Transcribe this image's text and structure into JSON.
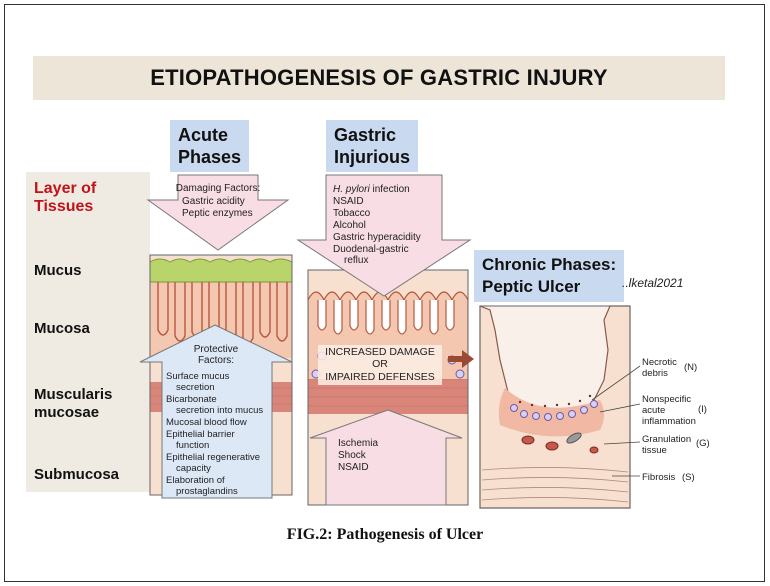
{
  "title": "ETIOPATHOGENESIS OF GASTRIC INJURY",
  "phases": {
    "acute": [
      "Acute",
      "Phases"
    ],
    "injurious": [
      "Gastric",
      "Injurious"
    ],
    "chronic": [
      "Chronic Phases:",
      "Peptic Ulcer"
    ]
  },
  "attribution": "..lketal2021",
  "layers": {
    "header": [
      "Layer of",
      "Tissues"
    ],
    "mucus": "Mucus",
    "mucosa": "Mucosa",
    "muscularis": [
      "Muscularis",
      "mucosae"
    ],
    "submucosa": "Submucosa"
  },
  "damaging": {
    "title": "Damaging Factors:",
    "items": [
      "Gastric acidity",
      "Peptic enzymes"
    ]
  },
  "protective": {
    "title": [
      "Protective",
      "Factors:"
    ],
    "items": [
      "Surface mucus",
      "secretion",
      "Bicarbonate",
      "secretion into mucus",
      "Mucosal blood flow",
      "Epithelial barrier",
      "function",
      "Epithelial regenerative",
      "capacity",
      "Elaboration of",
      "prostaglandins"
    ]
  },
  "injurious_causes": {
    "hpylori": "H. pylori",
    "hpylori_suffix": " infection",
    "items": [
      "NSAID",
      "Tobacco",
      "Alcohol",
      "Gastric hyperacidity",
      "Duodenal-gastric",
      "reflux"
    ]
  },
  "damage_text": [
    "INCREASED DAMAGE",
    "OR",
    "IMPAIRED DEFENSES"
  ],
  "ischemia": [
    "Ischemia",
    "Shock",
    "NSAID"
  ],
  "ulcer_labels": {
    "necrotic": [
      "Necrotic",
      "debris"
    ],
    "necrotic_code": "(N)",
    "nonspecific": [
      "Nonspecific",
      "acute",
      "inflammation"
    ],
    "nonspecific_code": "(I)",
    "granulation": [
      "Granulation",
      "tissue"
    ],
    "granulation_code": "(G)",
    "fibrosis": "Fibrosis",
    "fibrosis_code": "(S)"
  },
  "caption": "FIG.2: Pathogenesis of Ulcer",
  "colors": {
    "banner_bg": "#ede6d8",
    "phase_bg": "#c8d9f0",
    "layer_bg": "#efebe2",
    "layer_header": "#c0131a",
    "mucus": "#b8d46a",
    "mucosa": "#f4c7b0",
    "muscularis": "#d9857a",
    "submucosa": "#f7e0cf",
    "arrow_pink": "#f8dde4",
    "arrow_blue": "#dde8f7",
    "arrow_brown": "#9a4a32"
  }
}
